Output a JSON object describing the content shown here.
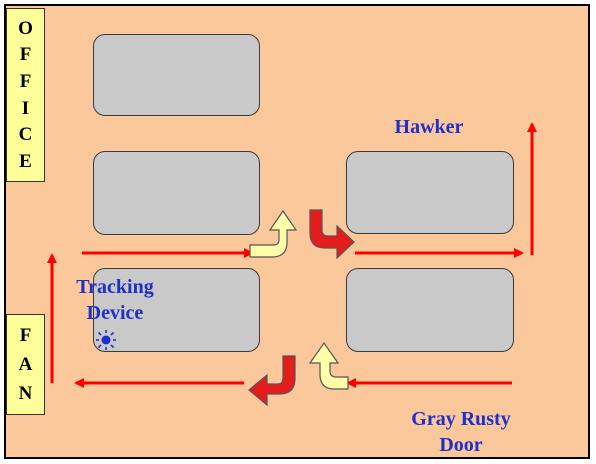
{
  "office": {
    "letters": [
      "O",
      "F",
      "F",
      "I",
      "C",
      "E"
    ]
  },
  "fan": {
    "letters": [
      "F",
      "A",
      "N"
    ]
  },
  "labels": {
    "hawker": "Hawker",
    "tracking_device": [
      "Tracking",
      "Device"
    ],
    "gray_rusty_door": [
      "Gray Rusty",
      "Door"
    ]
  },
  "icons": {
    "route_arrow": "red-arrow-icon",
    "turn_arrow_yellow": "curved-yellow-arrow-icon",
    "turn_arrow_red": "curved-red-arrow-icon",
    "device_marker": "sun-icon"
  },
  "colors": {
    "floor": "#fbc89c",
    "block": "#c9c9c9",
    "side_box": "#ffff99",
    "route": "#ff0000",
    "turn_red": "#e41c1c",
    "turn_yellow": "#ffffaa",
    "label_text": "#1f2fcc"
  }
}
